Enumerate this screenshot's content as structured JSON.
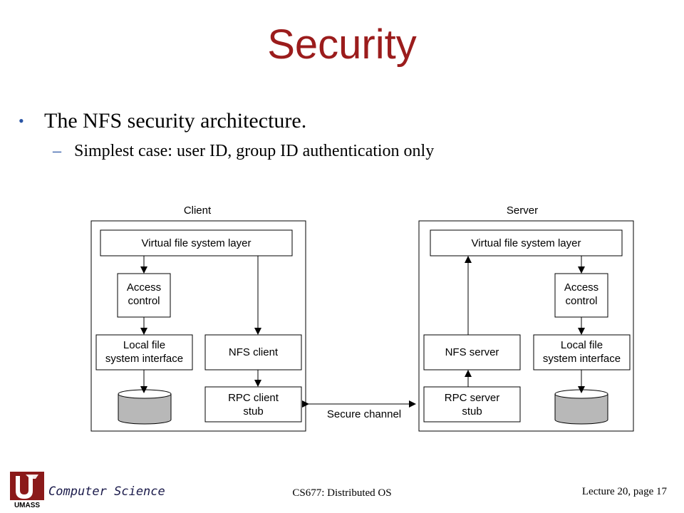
{
  "slide": {
    "title": "Security",
    "bullet": "The NFS security architecture.",
    "sub_bullet": "Simplest case: user ID, group ID authentication only",
    "bullet_marker": "•",
    "sub_marker": "–"
  },
  "diagram": {
    "client": {
      "label": "Client",
      "vfs": "Virtual file system layer",
      "access_control": [
        "Access",
        "control"
      ],
      "local_fs": [
        "Local file",
        "system interface"
      ],
      "nfs": "NFS client",
      "rpc": [
        "RPC client",
        "stub"
      ]
    },
    "server": {
      "label": "Server",
      "vfs": "Virtual file system layer",
      "access_control": [
        "Access",
        "control"
      ],
      "local_fs": [
        "Local file",
        "system interface"
      ],
      "nfs": "NFS server",
      "rpc": [
        "RPC server",
        "stub"
      ]
    },
    "channel": "Secure channel"
  },
  "footer": {
    "logo_text": "UMASS",
    "department": "Computer Science",
    "course": "CS677: Distributed OS",
    "page": "Lecture 20, page 17"
  },
  "colors": {
    "title": "#9b1c1c",
    "bullet": "#2a55a5",
    "disk": "#b8b8b8",
    "logo": "#8b1a1a"
  }
}
